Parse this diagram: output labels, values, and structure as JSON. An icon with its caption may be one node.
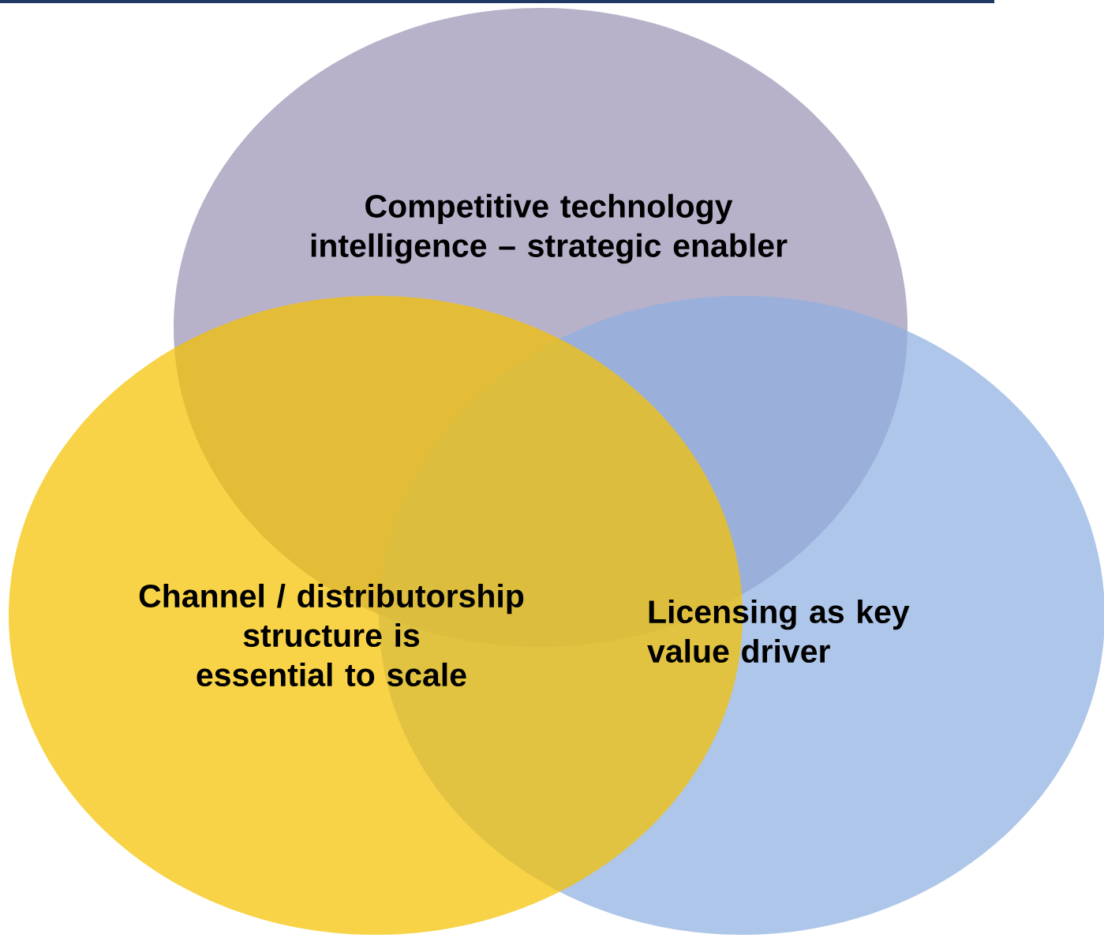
{
  "diagram": {
    "nodes": [
      {
        "text": [
          "Competitive technology intelligence – strategic enabler"
        ]
      },
      {
        "text": [
          "Channel / distributorship structure is essential to scale"
        ]
      },
      {
        "text": [
          "Licensing as key value driver"
        ]
      }
    ]
  }
}
